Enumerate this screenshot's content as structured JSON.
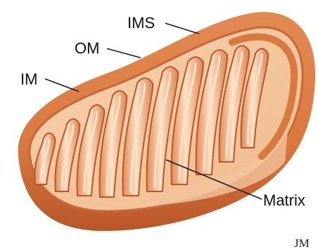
{
  "labels": {
    "ims": "IMS",
    "om": "OM",
    "im": "IM",
    "matrix": "Matrix"
  },
  "signature": "JM",
  "colors": {
    "outer_membrane": "#d9783f",
    "outer_membrane_dark": "#b9562a",
    "intermembrane_space": "#f6cfa8",
    "matrix": "#f3c39b",
    "cristae": "#e9925d",
    "cristae_highlight": "#fbe2c8"
  }
}
